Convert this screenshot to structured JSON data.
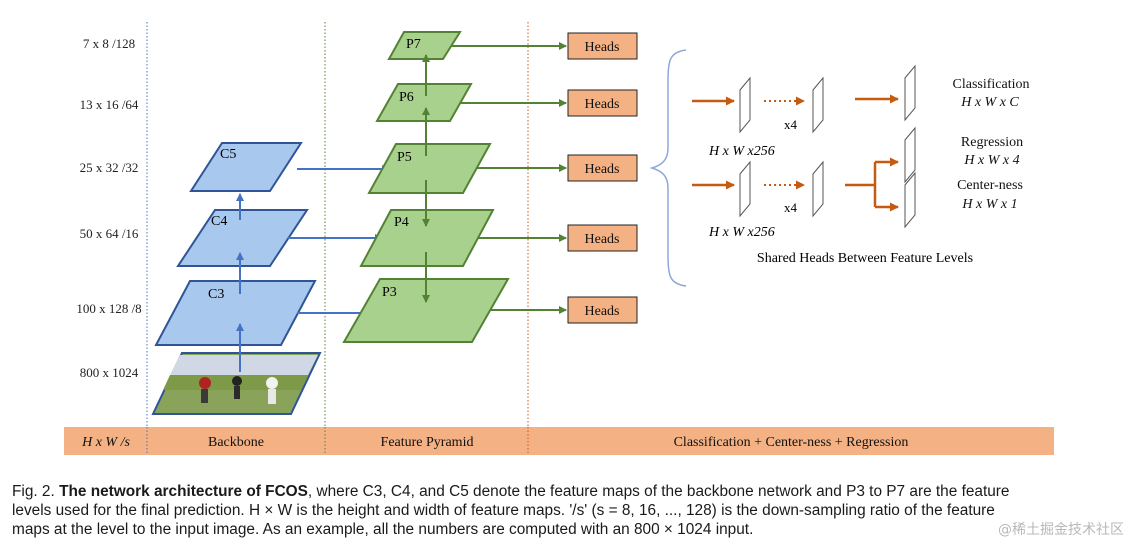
{
  "scales": [
    {
      "size": "7 x 8 /128"
    },
    {
      "size": "13 x 16 /64"
    },
    {
      "size": "25 x 32 /32"
    },
    {
      "size": "50 x 64 /16"
    },
    {
      "size": "100 x 128 /8"
    },
    {
      "size": "800 x 1024"
    }
  ],
  "backbone": {
    "c5": "C5",
    "c4": "C4",
    "c3": "C3"
  },
  "pyramid": {
    "p7": "P7",
    "p6": "P6",
    "p5": "P5",
    "p4": "P4",
    "p3": "P3"
  },
  "heads_label": "Heads",
  "shared_heads": {
    "mult_top": "x4",
    "mult_bottom": "x4",
    "dim_top": "H x W x256",
    "dim_bottom": "H x W x256",
    "classification": "Classification",
    "classification_dim": "H x W x C",
    "regression": "Regression",
    "regression_dim": "H x W x 4",
    "centerness": "Center-ness",
    "centerness_dim": "H x W x 1",
    "caption": "Shared Heads Between Feature Levels"
  },
  "bottom_bar": {
    "col1": "H x W /s",
    "col2": "Backbone",
    "col3": "Feature Pyramid",
    "col4": "Classification + Center-ness + Regression"
  },
  "colors": {
    "backbone_fill": "#a8c8ee",
    "backbone_stroke": "#2f5597",
    "pyramid_fill": "#a9d18e",
    "pyramid_stroke": "#548235",
    "heads_fill": "#f4b183",
    "bar_fill": "#f4b183",
    "arrow_blue": "#4472c4",
    "arrow_green": "#548235",
    "arrow_orange": "#c55a11"
  },
  "figure_caption": {
    "fig_label": "Fig. 2.",
    "bold_title": "The network architecture of FCOS",
    "line1_rest": ", where C3, C4, and C5 denote the feature maps of the backbone network and P3 to P7 are the feature",
    "line2": "levels used for the final prediction. H × W is the height and width of feature maps. '/s' (s = 8, 16, ..., 128) is the down-sampling ratio of the feature",
    "line3": "maps at the level to the input image. As an example, all the numbers are computed with an 800 × 1024 input."
  },
  "watermark": "@稀土掘金技术社区"
}
